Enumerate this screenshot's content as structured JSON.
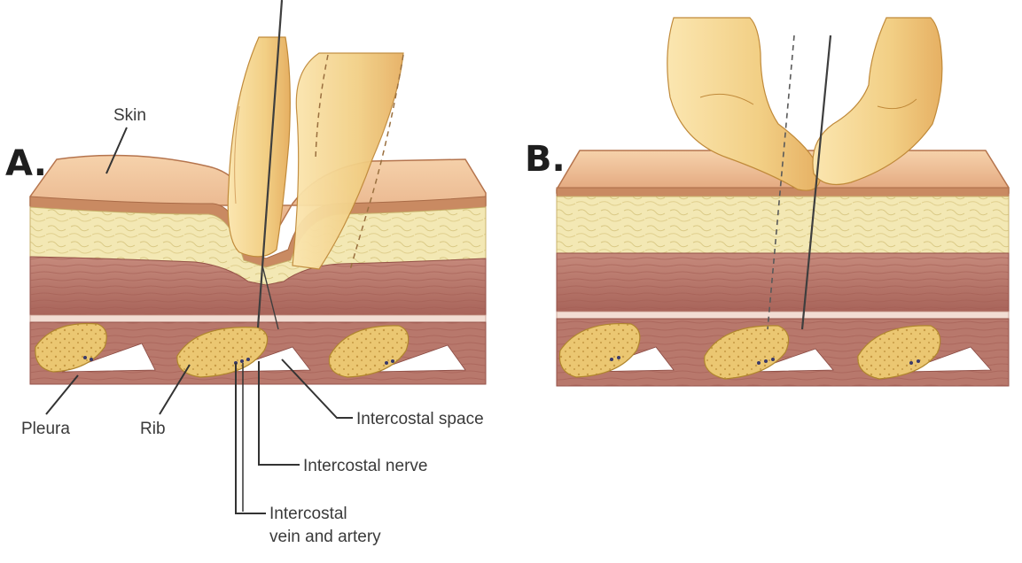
{
  "panels": [
    {
      "id": "A",
      "label": "A."
    },
    {
      "id": "B",
      "label": "B."
    }
  ],
  "labels": {
    "skin": "Skin",
    "pleura": "Pleura",
    "rib": "Rib",
    "intercostal_space": "Intercostal space",
    "intercostal_nerve": "Intercostal nerve",
    "intercostal_vessels_line1": "Intercostal",
    "intercostal_vessels_line2": "vein and artery"
  },
  "colors": {
    "skin": "#e9b98c",
    "skin_shadow": "#c9825a",
    "fat": "#f1e6ad",
    "muscle": "#b9766a",
    "muscle_dark": "#9a5a52",
    "rib": "#e9c36b",
    "finger": "#f3d48a",
    "needle": "#4a4a4a"
  }
}
